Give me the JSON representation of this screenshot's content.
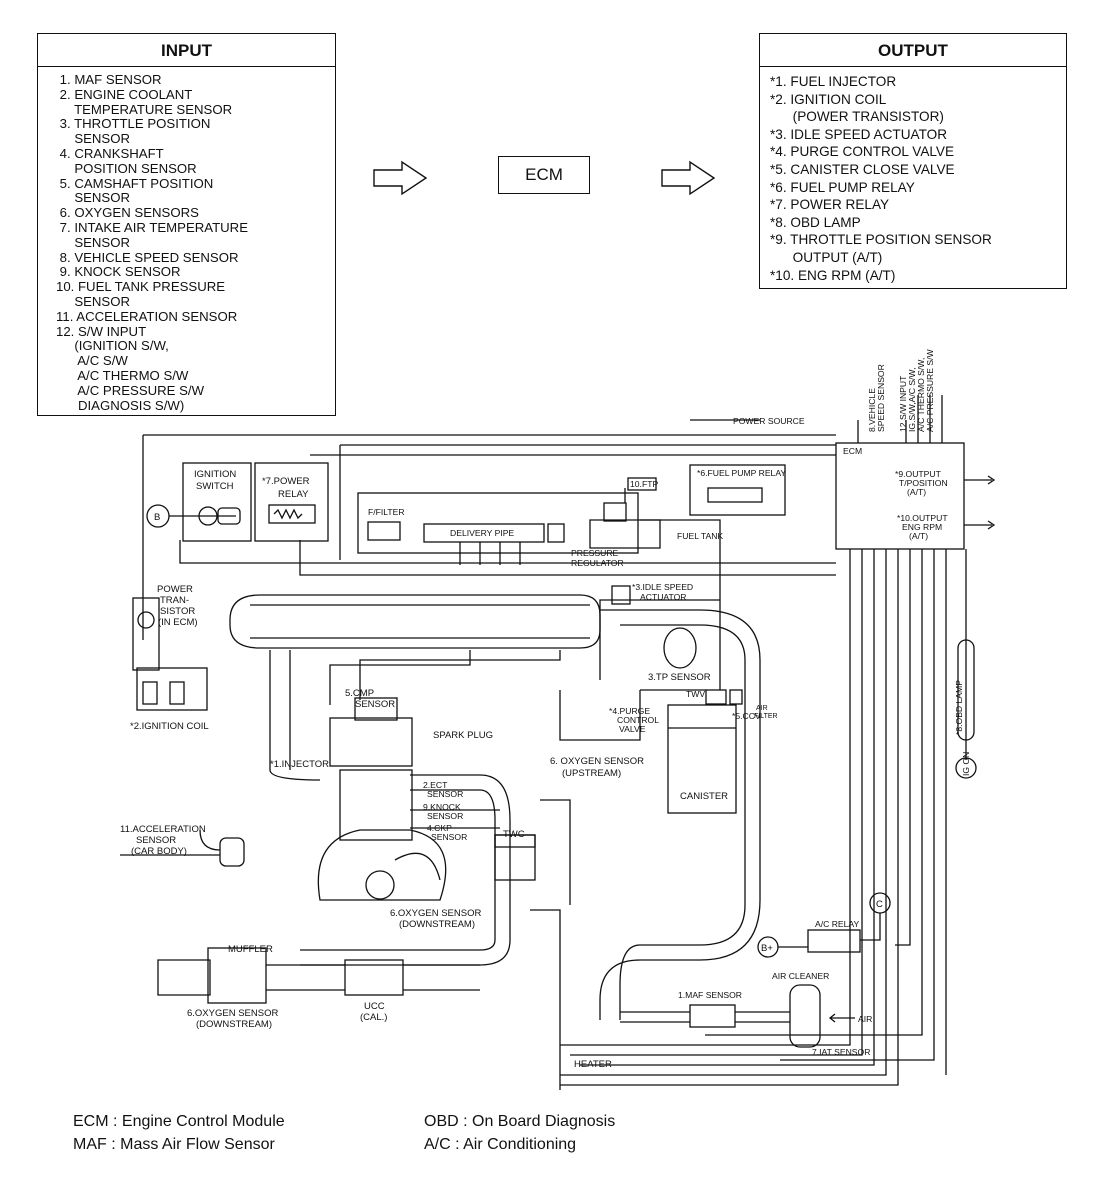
{
  "input": {
    "title": "INPUT",
    "items": [
      " 1. MAF SENSOR",
      " 2. ENGINE COOLANT",
      "     TEMPERATURE SENSOR",
      " 3. THROTTLE POSITION",
      "     SENSOR",
      " 4. CRANKSHAFT",
      "     POSITION SENSOR",
      " 5. CAMSHAFT POSITION",
      "     SENSOR",
      " 6. OXYGEN SENSORS",
      " 7. INTAKE AIR TEMPERATURE",
      "     SENSOR",
      " 8. VEHICLE SPEED SENSOR",
      " 9. KNOCK SENSOR",
      "10. FUEL TANK PRESSURE",
      "     SENSOR",
      "11. ACCELERATION SENSOR",
      "12. S/W INPUT",
      "     (IGNITION S/W,",
      "      A/C S/W",
      "      A/C THERMO S/W",
      "      A/C PRESSURE S/W",
      "      DIAGNOSIS S/W)"
    ]
  },
  "ecm": {
    "label": "ECM"
  },
  "output": {
    "title": "OUTPUT",
    "items": [
      "*1. FUEL INJECTOR",
      "*2. IGNITION COIL",
      "      (POWER TRANSISTOR)",
      "*3. IDLE SPEED ACTUATOR",
      "*4. PURGE CONTROL VALVE",
      "*5. CANISTER CLOSE VALVE",
      "*6. FUEL PUMP RELAY",
      "*7. POWER RELAY",
      "*8. OBD LAMP",
      "*9. THROTTLE POSITION SENSOR",
      "      OUTPUT (A/T)",
      "*10. ENG RPM (A/T)"
    ]
  },
  "diagram": {
    "power_source": "POWER SOURCE",
    "ecm": "ECM",
    "vehicle_speed_1": "8.VEHICLE",
    "vehicle_speed_2": "SPEED SENSOR",
    "sw_input_1": "12.S/W INPUT",
    "sw_input_2": "IG.S/W,A/C S/W,",
    "sw_input_3": "A/C THERMO S/W,",
    "sw_input_4": "A/C PRESSURE S/W",
    "ignition_switch_1": "IGNITION",
    "ignition_switch_2": "SWITCH",
    "power_relay_1": "*7.POWER",
    "power_relay_2": "RELAY",
    "b_terminal": "B",
    "c_terminal": "C",
    "b_plus": "B+",
    "ig_on": "IG ON",
    "ffilter": "F/FILTER",
    "delivery_pipe": "DELIVERY PIPE",
    "ftp": "10.FTP",
    "fuel_pump_relay": "*6.FUEL PUMP RELAY",
    "fuel_tank": "FUEL TANK",
    "pressure_regulator_1": "PRESSURE",
    "pressure_regulator_2": "REGULATOR",
    "output_tpos_1": "*9.OUTPUT",
    "output_tpos_2": "T/POSITION",
    "output_tpos_3": "(A/T)",
    "output_rpm_1": "*10.OUTPUT",
    "output_rpm_2": "ENG RPM",
    "output_rpm_3": "(A/T)",
    "power_transistor_1": "POWER",
    "power_transistor_2": "TRAN-",
    "power_transistor_3": "SISTOR",
    "power_transistor_4": "(IN ECM)",
    "idle_speed_1": "*3.IDLE SPEED",
    "idle_speed_2": "ACTUATOR",
    "tp_sensor": "3.TP SENSOR",
    "cmp_sensor_1": "5.CMP",
    "cmp_sensor_2": "SENSOR",
    "purge_1": "*4.PURGE",
    "purge_2": "CONTROL",
    "purge_3": "VALVE",
    "twv": "TWV",
    "ccv": "*5.CCV",
    "air_filter_1": "AIR",
    "air_filter_2": "FILTER",
    "obd_lamp": "*8.OBD LAMP",
    "ignition_coil": "*2.IGNITION COIL",
    "spark_plug": "SPARK PLUG",
    "injector": "*1.INJECTOR",
    "canister": "CANISTER",
    "o2_up_1": "6. OXYGEN SENSOR",
    "o2_up_2": "(UPSTREAM)",
    "ect_1": "2.ECT",
    "ect_2": "SENSOR",
    "knock_1": "9.KNOCK",
    "knock_2": "SENSOR",
    "ckp_1": "4.CKP",
    "ckp_2": "SENSOR",
    "twc": "TWC",
    "accel_1": "11.ACCELERATION",
    "accel_2": "SENSOR",
    "accel_3": "(CAR BODY)",
    "o2_down_1": "6.OXYGEN SENSOR",
    "o2_down_2": "(DOWNSTREAM)",
    "ac_relay": "A/C RELAY",
    "muffler": "MUFFLER",
    "air_cleaner": "AIR CLEANER",
    "maf_sensor": "1.MAF SENSOR",
    "air": "AIR",
    "ucc_1": "UCC",
    "ucc_2": "(CAL.)",
    "o2_down2_1": "6.OXYGEN SENSOR",
    "o2_down2_2": "(DOWNSTREAM)",
    "iat_sensor": "7.IAT SENSOR",
    "heater": "HEATER"
  },
  "legend": {
    "ecm": "ECM : Engine Control Module",
    "maf": "MAF : Mass Air Flow Sensor",
    "obd": "OBD : On Board Diagnosis",
    "ac": "A/C : Air Conditioning"
  }
}
